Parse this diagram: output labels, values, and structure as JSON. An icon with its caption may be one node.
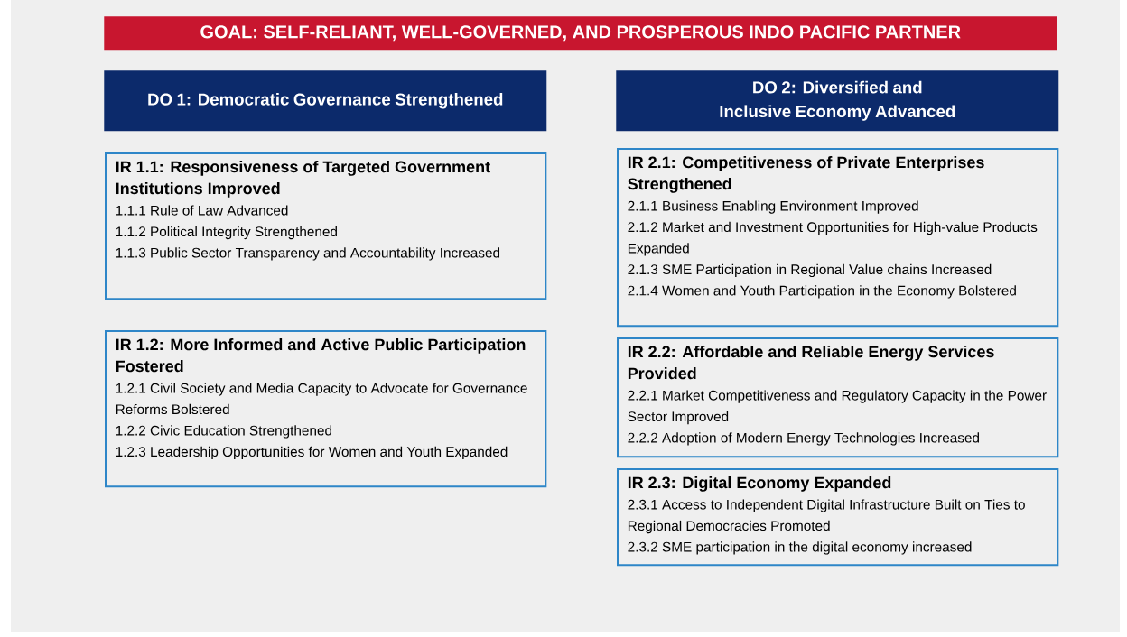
{
  "diagram": {
    "nodes": [
      {
        "text": [
          "GOAL: SELF-RELIANT, WELL-GOVERNED, AND PROSPEROUS INDO PACIFIC PARTNER"
        ]
      },
      {
        "text": [
          "DO 1:  Democratic Governance Strengthened"
        ]
      },
      {
        "text": [
          "DO 2:  Diversified and Inclusive Economy Advanced"
        ]
      },
      {
        "text": [
          "IR 1.1: Responsiveness of Targeted Government Institutions Improved",
          "1.1.1 Rule of Law Advanced",
          "1.1.2 Political Integrity Strengthened",
          "1.1.3 Public Sector Transparency and Accountability Increased"
        ]
      },
      {
        "text": [
          "IR 1.2: More Informed and Active Public Participation Fostered",
          "1.2.1 Civil Society and Media Capacity to Advocate for Governance Reforms Bolstered",
          "1.2.2 Civic Education Strengthened",
          "1.2.3 Leadership Opportunities for Women and Youth Expanded"
        ]
      },
      {
        "text": [
          "IR 2.1: Competitiveness of Private Enterprises Strengthened",
          "2.1.1 Business Enabling Environment Improved",
          "2.1.2 Market and Investment Opportunities for High-value Products Expanded",
          "2.1.3 SME Participation in Regional Value chains Increased",
          "2.1.4 Women and Youth Participation in the Economy Bolstered"
        ]
      },
      {
        "text": [
          "IR 2.2: Affordable and Reliable Energy Services Provided",
          "2.2.1 Market Competitiveness and Regulatory Capacity in the Power Sector Improved",
          "2.2.2 Adoption of Modern Energy Technologies Increased"
        ]
      },
      {
        "text": [
          "IR 2.3: Digital Economy Expanded",
          "2.3.1 Access to Independent Digital Infrastructure Built on Ties to Regional Democracies Promoted",
          "2.3.2 SME participation in the digital economy increased"
        ]
      }
    ]
  }
}
